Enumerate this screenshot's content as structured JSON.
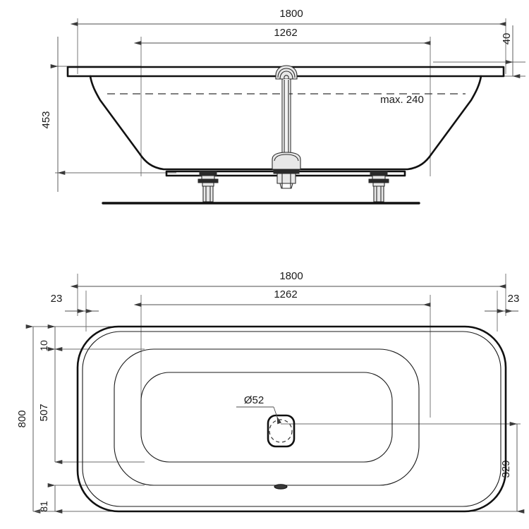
{
  "drawing": {
    "title": "Bathtub technical dimension drawing",
    "units": "mm",
    "views": [
      {
        "id": "elevation",
        "name": "front-elevation-view"
      },
      {
        "id": "plan",
        "name": "top-plan-view"
      }
    ],
    "colors": {
      "outline": "#111111",
      "dimension_line": "#4d4d4d",
      "extension_line": "#6b6b6b",
      "text": "#1a1a1a",
      "background": "#ffffff"
    }
  },
  "elevation": {
    "dimensions": {
      "overall_width": "1800",
      "inner_width": "1262",
      "height": "453",
      "rim_thickness": "40"
    },
    "annotations": {
      "water_level": "max. 240"
    }
  },
  "plan": {
    "dimensions": {
      "overall_length": "1800",
      "inner_length": "1262",
      "left_offset": "23",
      "right_offset": "23",
      "overall_width": "800",
      "top_offset": "10",
      "inner_width": "507",
      "bottom_offset": "81",
      "drain_from_right": "329"
    },
    "annotations": {
      "drain_diameter": "Ø52"
    }
  }
}
